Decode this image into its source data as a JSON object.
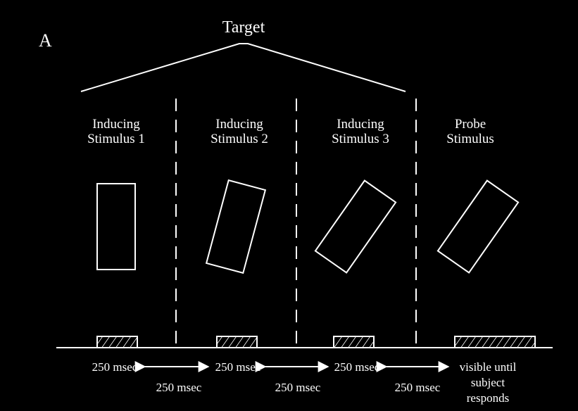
{
  "panel_label": "A",
  "target_label": "Target",
  "frames": [
    {
      "line1": "Inducing",
      "line2": "Stimulus 1",
      "tilt_deg": 0
    },
    {
      "line1": "Inducing",
      "line2": "Stimulus 2",
      "tilt_deg": 15
    },
    {
      "line1": "Inducing",
      "line2": "Stimulus 3",
      "tilt_deg": 35
    },
    {
      "line1": "Probe",
      "line2": "Stimulus",
      "tilt_deg": 35
    }
  ],
  "durations": {
    "frame_1": "250 msec",
    "gap_1": "250 msec",
    "frame_2": "250 msec",
    "gap_2": "250 msec",
    "frame_3": "250 msec",
    "gap_3": "250 msec",
    "probe_line1": "visible until",
    "probe_line2": "subject",
    "probe_line3": "responds"
  },
  "colors": {
    "background": "#000000",
    "foreground": "#ffffff"
  }
}
